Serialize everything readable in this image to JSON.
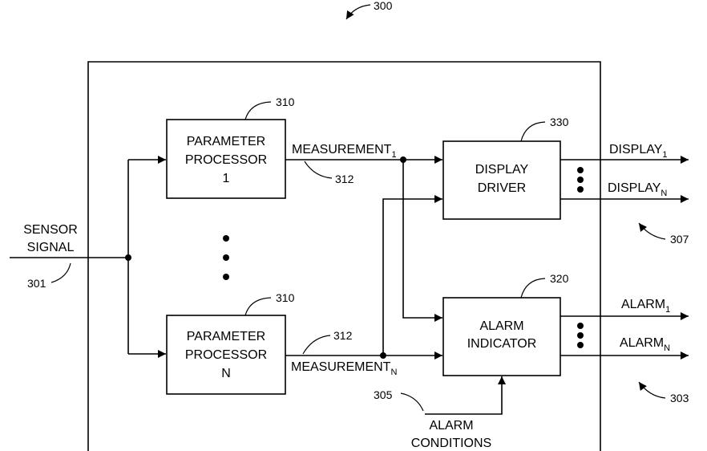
{
  "figure": {
    "ref_main": "300",
    "ref_sensor": "301",
    "ref_display_outputs": "307",
    "ref_alarm_outputs": "303",
    "ref_alarm_conditions": "305"
  },
  "sensor": {
    "line1": "SENSOR",
    "line2": "SIGNAL"
  },
  "processor_1": {
    "line1": "PARAMETER",
    "line2": "PROCESSOR",
    "line3": "1",
    "ref": "310"
  },
  "processor_n": {
    "line1": "PARAMETER",
    "line2": "PROCESSOR",
    "line3": "N",
    "ref": "310"
  },
  "measurement_1": {
    "label": "MEASUREMENT",
    "sub": "1",
    "ref": "312"
  },
  "measurement_n": {
    "label": "MEASUREMENT",
    "sub": "N",
    "ref": "312"
  },
  "display_driver": {
    "line1": "DISPLAY",
    "line2": "DRIVER",
    "ref": "330"
  },
  "alarm_indicator": {
    "line1": "ALARM",
    "line2": "INDICATOR",
    "ref": "320"
  },
  "display_out_1": {
    "label": "DISPLAY",
    "sub": "1"
  },
  "display_out_n": {
    "label": "DISPLAY",
    "sub": "N"
  },
  "alarm_out_1": {
    "label": "ALARM",
    "sub": "1"
  },
  "alarm_out_n": {
    "label": "ALARM",
    "sub": "N"
  },
  "alarm_conditions": {
    "line1": "ALARM",
    "line2": "CONDITIONS"
  }
}
